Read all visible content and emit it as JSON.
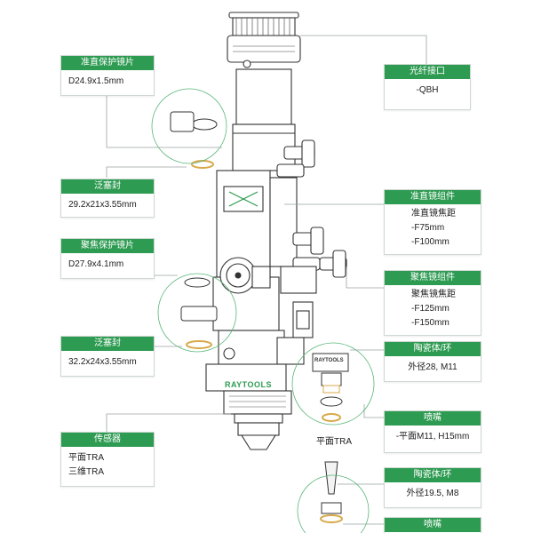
{
  "callouts": {
    "collimator_window": {
      "title": "准直保护镜片",
      "lines": [
        "D24.9x1.5mm"
      ]
    },
    "seal_1": {
      "title": "泛塞封",
      "lines": [
        "29.2x21x3.55mm"
      ]
    },
    "focus_window": {
      "title": "聚焦保护镜片",
      "lines": [
        "D27.9x4.1mm"
      ]
    },
    "seal_2": {
      "title": "泛塞封",
      "lines": [
        "32.2x24x3.55mm"
      ]
    },
    "sensor": {
      "title": "传感器",
      "lines": [
        "平面TRA",
        "三维TRA"
      ]
    },
    "fiber_interface": {
      "title": "光纤接口",
      "lines": [
        "-QBH"
      ]
    },
    "collimator_group": {
      "title": "准直镜组件",
      "lines": [
        "准直镜焦距",
        "-F75mm",
        "-F100mm"
      ]
    },
    "focus_group": {
      "title": "聚焦镜组件",
      "lines": [
        "聚焦镜焦距",
        "-F125mm",
        "-F150mm"
      ]
    },
    "ceramic_1": {
      "title": "陶瓷体/环",
      "lines": [
        "外径28, M11"
      ]
    },
    "nozzle_1": {
      "title": "喷嘴",
      "lines": [
        "-平面M11, H15mm"
      ]
    },
    "ceramic_2": {
      "title": "陶瓷体/环",
      "lines": [
        "外径19.5, M8"
      ]
    },
    "nozzle_2": {
      "title": "喷嘴",
      "lines": []
    }
  },
  "free_labels": {
    "flat_tra": "平面TRA"
  },
  "logos": {
    "main_brand": "RAYTOOLS",
    "ceramic_brand": "RAYTOOLS"
  },
  "colors": {
    "accent_green": "#2e9b52",
    "leader_green": "#59b67a",
    "leader_gray": "#9aa3a0",
    "body_outline": "#333333"
  }
}
